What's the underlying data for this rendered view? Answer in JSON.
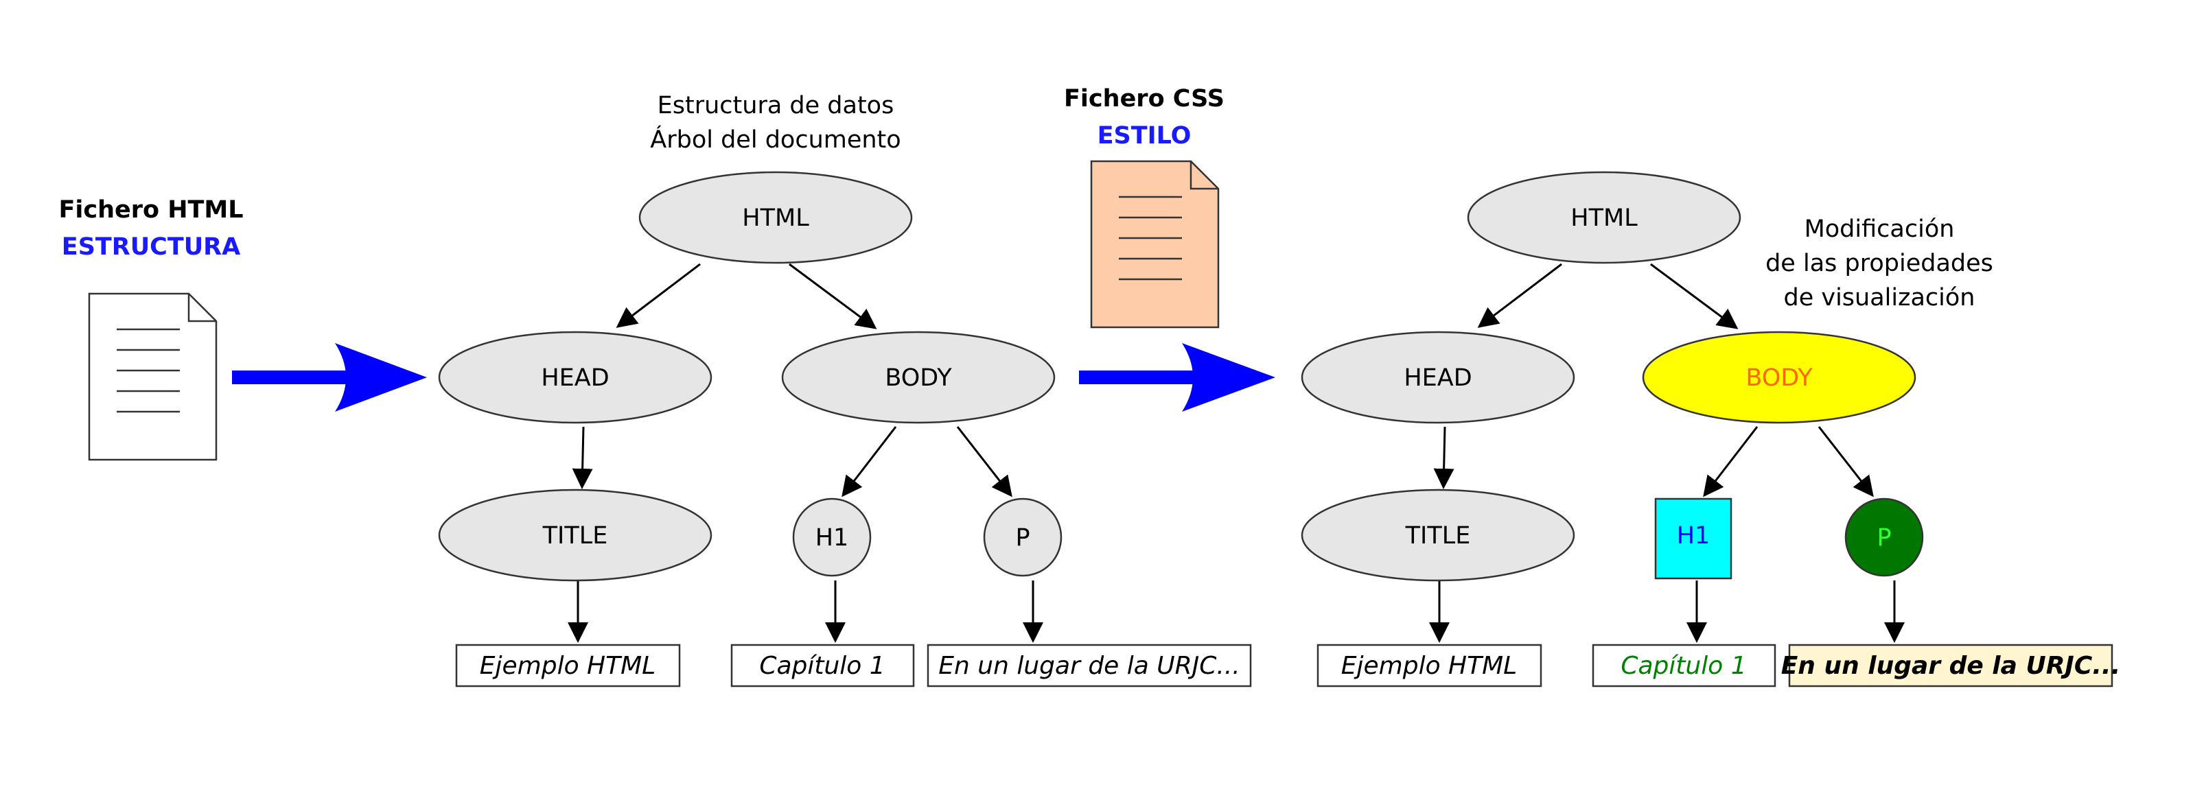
{
  "colors": {
    "node_fill": "#e6e6e6",
    "node_stroke": "#333333",
    "arrow_blue": "#0000ff",
    "accent_blue": "#1a1aff",
    "css_doc_fill": "#ffccaa",
    "body_highlight": "#ffff00",
    "body_highlight_text": "#ff6600",
    "h1_fill": "#00ffff",
    "h1_text": "#0000ff",
    "p_fill": "#007700",
    "p_text": "#33ff33",
    "green_text": "#008000",
    "styled_leaf_fill": "#fff5d0"
  },
  "html_file": {
    "title": "Fichero HTML",
    "subtitle": "ESTRUCTURA",
    "icon": "html-document-icon"
  },
  "css_file": {
    "title": "Fichero CSS",
    "subtitle": "ESTILO",
    "icon": "css-document-icon"
  },
  "tree_caption": {
    "line1": "Estructura de datos",
    "line2": "Árbol del documento"
  },
  "modification_caption": {
    "line1": "Modificación",
    "line2": "de las propiedades",
    "line3": "de visualización"
  },
  "tree_original": {
    "html": "HTML",
    "head": "HEAD",
    "body": "BODY",
    "title": "TITLE",
    "h1": "H1",
    "p": "P",
    "leaf_title": "Ejemplo HTML",
    "leaf_h1": "Capítulo 1",
    "leaf_p": "En un lugar de la URJC..."
  },
  "tree_styled": {
    "html": "HTML",
    "head": "HEAD",
    "body": "BODY",
    "title": "TITLE",
    "h1": "H1",
    "p": "P",
    "leaf_title": "Ejemplo HTML",
    "leaf_h1": "Capítulo 1",
    "leaf_p": "En un lugar de la URJC..."
  }
}
